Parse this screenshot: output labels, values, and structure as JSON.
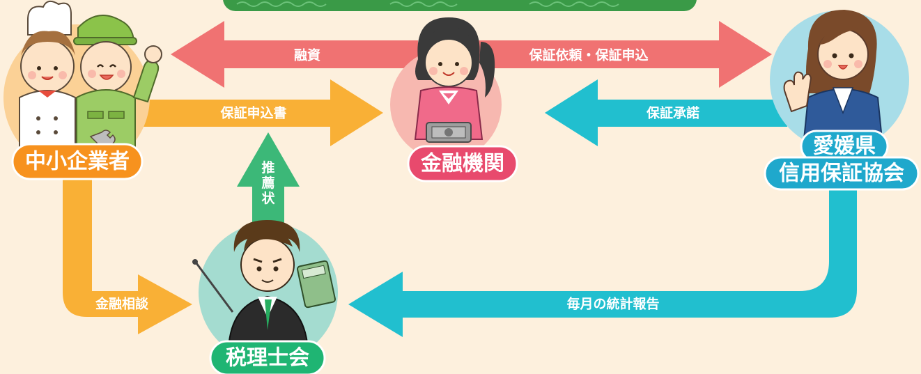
{
  "colors": {
    "background": "#fdf0dd",
    "loan_arrow": "#f07272",
    "orange_arrow": "#f9b036",
    "teal_arrow": "#21bfcf",
    "green_arrow": "#3cb878",
    "top_band": "#3a9a47",
    "sme_badge": "#f7921e",
    "bank_badge": "#e84a6d",
    "cgc_badge": "#1fa8cc",
    "tax_badge": "#1fb573"
  },
  "entities": {
    "sme": {
      "name": "中小企業者",
      "icon": "chef-and-worker-icon"
    },
    "bank": {
      "name": "金融機関",
      "icon": "bank-teller-icon"
    },
    "cgc": {
      "name_line1": "愛媛県",
      "name_line2": "信用保証協会",
      "icon": "office-worker-icon"
    },
    "tax": {
      "name": "税理士会",
      "icon": "tax-accountant-icon"
    }
  },
  "arrows": {
    "loan": {
      "label": "融資"
    },
    "guarantee_request": {
      "label": "保証依頼・保証申込"
    },
    "application_form": {
      "label": "保証申込書"
    },
    "guarantee_approval": {
      "label": "保証承諾"
    },
    "recommendation": {
      "label": "推薦状"
    },
    "financial_consultation": {
      "label": "金融相談"
    },
    "monthly_report": {
      "label": "毎月の統計報告"
    }
  }
}
